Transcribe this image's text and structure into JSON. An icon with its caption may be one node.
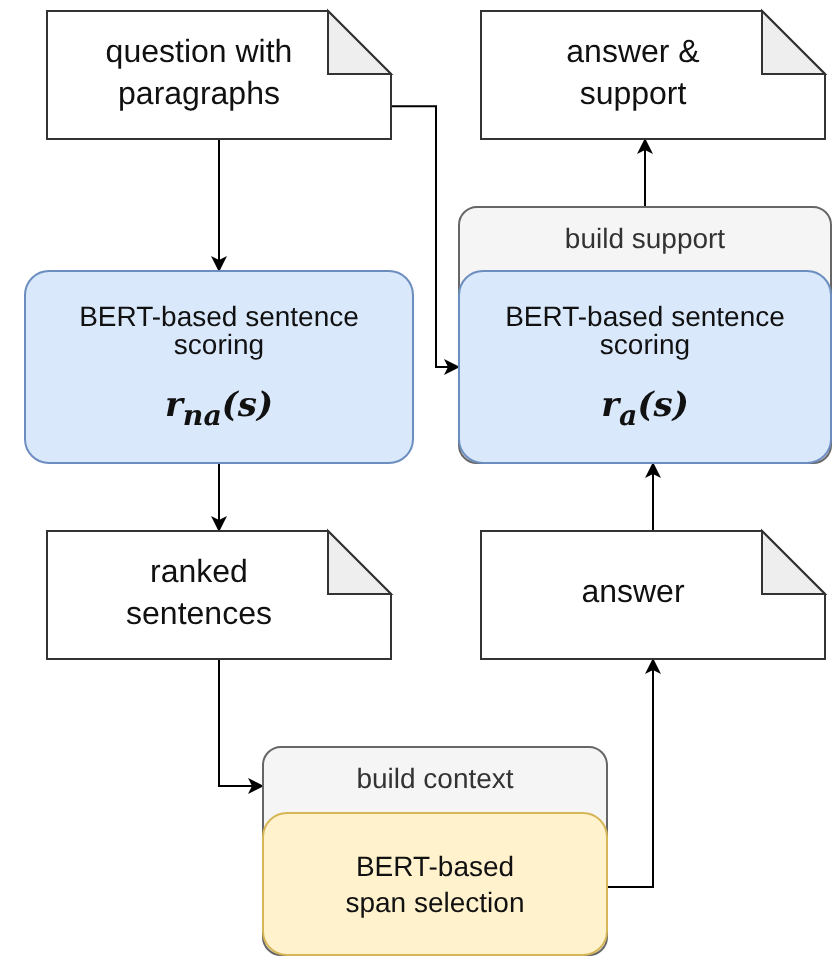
{
  "diagram": {
    "nodes": [
      {
        "text": [
          "question with paragraphs"
        ]
      },
      {
        "text": [
          "answer & support"
        ]
      },
      {
        "text": [
          "build support"
        ]
      },
      {
        "text": [
          "BERT-based sentence scoring",
          "r$_{a}$(s)"
        ],
        "in": 2
      },
      {
        "text": [
          "BERT-based sentence scoring",
          "r$_{na}$(s)"
        ]
      },
      {
        "text": [
          "ranked sentences"
        ]
      },
      {
        "text": [
          "answer"
        ]
      },
      {
        "text": [
          "build context"
        ]
      },
      {
        "text": [
          "BERT-based span selection"
        ],
        "in": 7
      }
    ],
    "edges": [
      {
        "from": 0,
        "to": 4,
        "arrow": "to"
      },
      {
        "from": 0,
        "to": 3,
        "arrow": "to"
      },
      {
        "from": 4,
        "to": 5,
        "arrow": "to"
      },
      {
        "from": 5,
        "to": 7,
        "arrow": "to"
      },
      {
        "from": 8,
        "to": 6,
        "arrow": "to"
      },
      {
        "from": 6,
        "to": 3,
        "arrow": "to"
      },
      {
        "from": 2,
        "to": 1,
        "arrow": "to"
      }
    ]
  }
}
